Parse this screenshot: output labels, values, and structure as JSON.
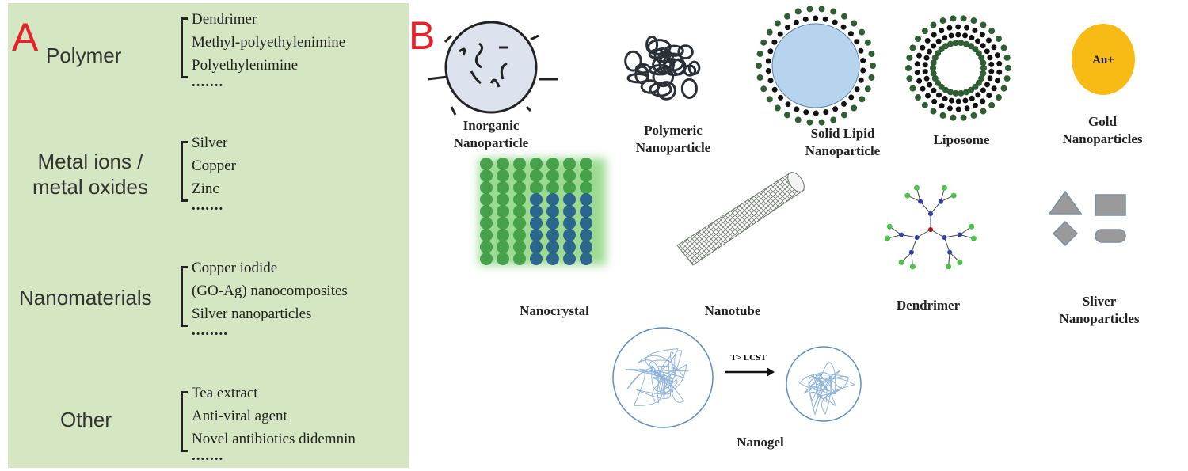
{
  "panel_a": {
    "letter": "A",
    "categories": [
      {
        "name": "Polymer",
        "items": [
          "Dendrimer",
          "Methyl-polyethylenimine",
          "Polyethylenimine"
        ],
        "more": "......."
      },
      {
        "name": "Metal ions / metal oxides",
        "items": [
          "Silver",
          "Copper",
          "Zinc"
        ],
        "more": "......."
      },
      {
        "name": "Nanomaterials",
        "items": [
          "Copper iodide",
          "(GO-Ag) nanocomposites",
          "Silver nanoparticles"
        ],
        "more": "........"
      },
      {
        "name": "Other",
        "items": [
          "Tea extract",
          "Anti-viral agent",
          "Novel antibiotics didemnin"
        ],
        "more": "......."
      }
    ]
  },
  "panel_b": {
    "letter": "B",
    "labels": {
      "inorganic": [
        "Inorganic",
        "Nanoparticle"
      ],
      "polymeric": [
        "Polymeric",
        "Nanoparticle"
      ],
      "solid_lipid": [
        "Solid Lipid",
        "Nanoparticle"
      ],
      "liposome": "Liposome",
      "gold": [
        "Gold",
        "Nanoparticles"
      ],
      "gold_symbol": "Au+",
      "nanocrystal": "Nanocrystal",
      "nanotube": "Nanotube",
      "dendrimer": "Dendrimer",
      "silver": [
        "Sliver",
        "Nanoparticles"
      ],
      "nanogel": "Nanogel",
      "nanogel_arrow": "T> LCST"
    },
    "colors": {
      "gold": "#f8bb16",
      "lipid_core": "#b7d4ee",
      "lipid_head": "#2e5e32",
      "silver": "#9a9a9a"
    }
  }
}
